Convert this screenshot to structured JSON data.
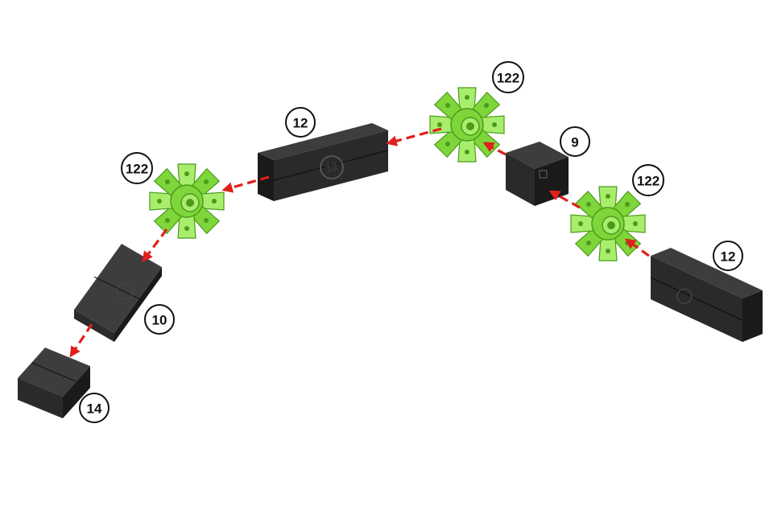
{
  "diagram": {
    "colors": {
      "connector": "#7fd63a",
      "connector_dark": "#4c9a1c",
      "connector_light": "#a8ee6c",
      "rod": "#2a2a2a",
      "rod_top": "#3d3d3d",
      "rod_side": "#1a1a1a",
      "arrow": "#e0201c"
    },
    "parts": [
      {
        "id": "rod-left-12",
        "kind": "rod",
        "label": "12",
        "emboss": "12"
      },
      {
        "id": "rod-right-12",
        "kind": "rod",
        "label": "12",
        "emboss": ""
      },
      {
        "id": "rod-10",
        "kind": "rod",
        "label": "10",
        "emboss": ""
      },
      {
        "id": "rod-14",
        "kind": "rod",
        "label": "14",
        "emboss": ""
      },
      {
        "id": "rod-9",
        "kind": "rod",
        "label": "9",
        "emboss": ""
      },
      {
        "id": "connector-top",
        "kind": "connector",
        "label": "122"
      },
      {
        "id": "connector-left",
        "kind": "connector",
        "label": "122"
      },
      {
        "id": "connector-right",
        "kind": "connector",
        "label": "122"
      }
    ]
  }
}
